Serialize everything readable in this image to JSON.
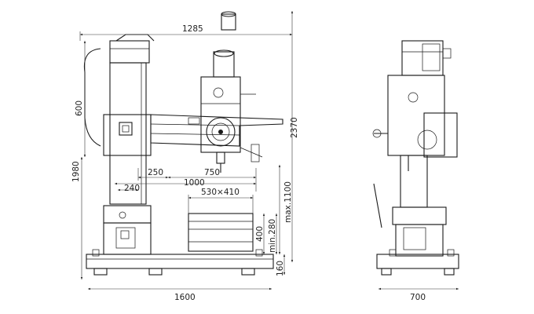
{
  "dimensions": {
    "arm_span": "1285",
    "total_height": "2370",
    "column_height": "1980",
    "head_height": "600",
    "min_radius": "250",
    "spindle_travel": "750",
    "max_radius": "1000",
    "column_offset": "240",
    "table_size": "530×410",
    "max_distance": "max.1100",
    "table_height": "400",
    "min_distance": "min.280",
    "base_height": "160",
    "base_length": "1600",
    "base_width": "700"
  },
  "colors": {
    "line": "#1a1a1a",
    "background": "#ffffff"
  }
}
